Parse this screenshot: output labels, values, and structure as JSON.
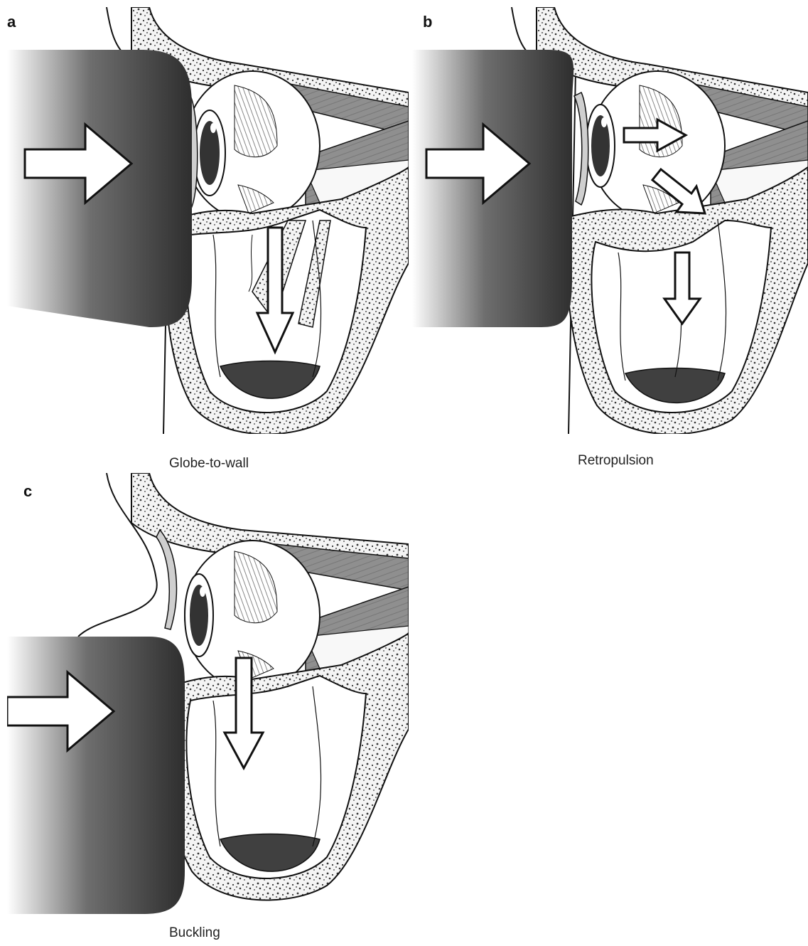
{
  "panels": {
    "a": {
      "letter": "a",
      "caption": "Globe-to-wall"
    },
    "b": {
      "letter": "b",
      "caption": "Retropulsion"
    },
    "c": {
      "letter": "c",
      "caption": "Buckling"
    }
  },
  "colors": {
    "object_dark": "#3a3a3a",
    "bone_fill": "#f4f4f4",
    "muscle_gray": "#8f8f8f",
    "sinus_floor": "#404040",
    "outline": "#111111"
  }
}
